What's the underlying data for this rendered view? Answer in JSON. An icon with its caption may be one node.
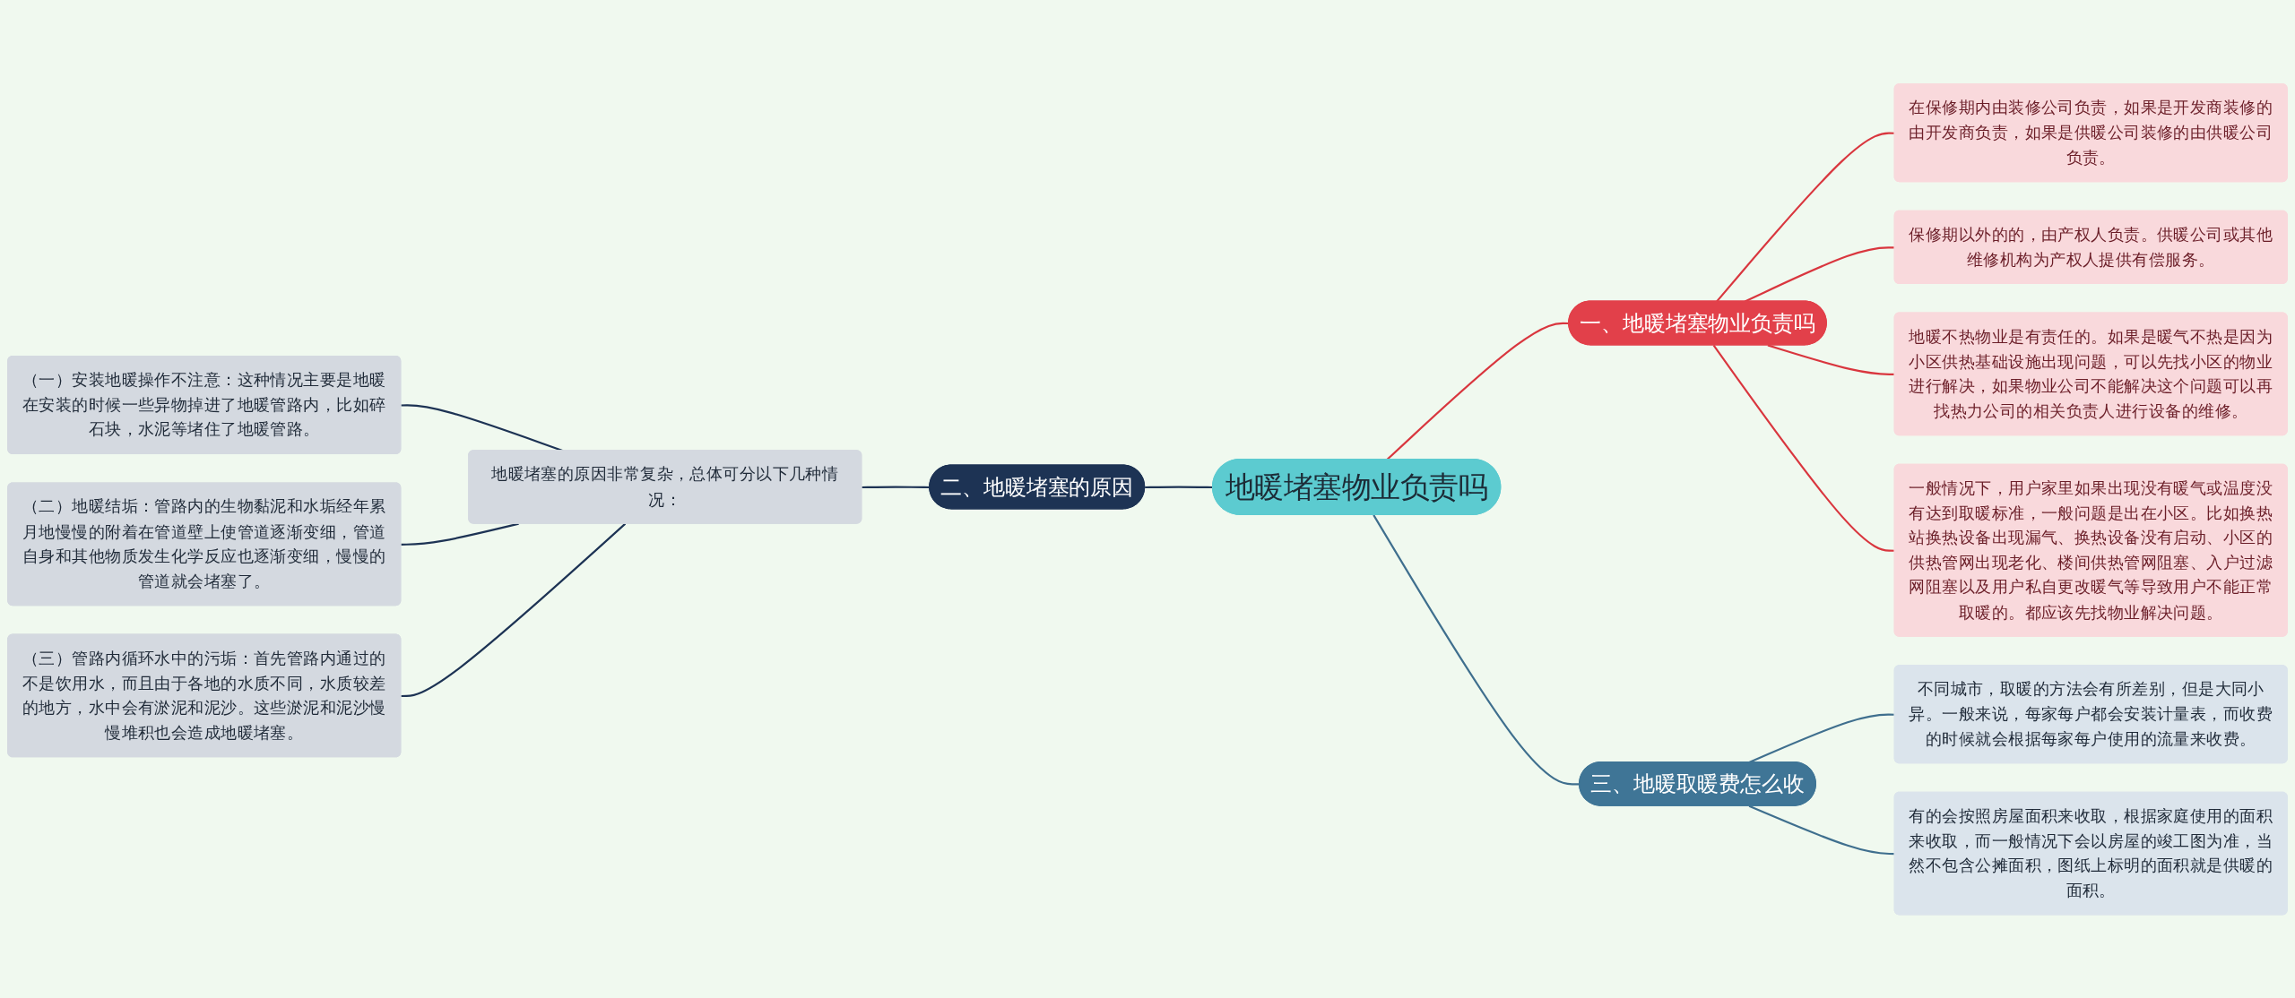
{
  "diagram": {
    "nodes": [
      {
        "text": [
          "地暖堵塞物业负责吗"
        ]
      },
      {
        "text": [
          "一、地暖堵塞物业负责吗"
        ]
      },
      {
        "text": [
          "在保修期内由装修公司负责，如果是开发商装修的由开发商负责，如果是供暖公司装修的由供暖公司负责。"
        ]
      },
      {
        "text": [
          "保修期以外的的，由产权人负责。供暖公司或其他维修机构为产权人提供有偿服务。"
        ]
      },
      {
        "text": [
          "地暖不热物业是有责任的。如果是暖气不热是因为小区供热基础设施出现问题，可以先找小区的物业进行解决，如果物业公司不能解决这个问题可以再找热力公司的相关负责人进行设备的维修。"
        ]
      },
      {
        "text": [
          "一般情况下，用户家里如果出现没有暖气或温度没有达到取暖标准，一般问题是出在小区。比如换热站换热设备出现漏气、换热设备没有启动、小区的供热管网出现老化、楼间供热管网阻塞、入户过滤网阻塞以及用户私自更改暖气等导致用户不能正常取暖的。都应该先找物业解决问题。"
        ]
      },
      {
        "text": [
          "二、地暖堵塞的原因"
        ]
      },
      {
        "text": [
          "地暖堵塞的原因非常复杂，总体可分以下几种情况："
        ]
      },
      {
        "text": [
          "（一）安装地暖操作不注意：这种情况主要是地暖在安装的时候一些异物掉进了地暖管路内，比如碎石块，水泥等堵住了地暖管路。"
        ]
      },
      {
        "text": [
          "（二）地暖结垢：管路内的生物黏泥和水垢经年累月地慢慢的附着在管道壁上使管道逐渐变细，管道自身和其他物质发生化学反应也逐渐变细，慢慢的管道就会堵塞了。"
        ]
      },
      {
        "text": [
          "（三）管路内循环水中的污垢：首先管路内通过的不是饮用水，而且由于各地的水质不同，水质较差的地方，水中会有淤泥和泥沙。这些淤泥和泥沙慢慢堆积也会造成地暖堵塞。"
        ]
      },
      {
        "text": [
          "三、地暖取暖费怎么收"
        ]
      },
      {
        "text": [
          "不同城市，取暖的方法会有所差别，但是大同小异。一般来说，每家每户都会安装计量表，而收费的时候就会根据每家每户使用的流量来收费。"
        ]
      },
      {
        "text": [
          "有的会按照房屋面积来收取，根据家庭使用的面积来收取，而一般情况下会以房屋的竣工图为准，当然不包含公摊面积，图纸上标明的面积就是供暖的面积。"
        ]
      }
    ],
    "edges": [
      {
        "from": 0,
        "to": 1,
        "arrow": "none",
        "color": "#d9363e"
      },
      {
        "from": 1,
        "to": 2,
        "arrow": "none",
        "color": "#d9363e"
      },
      {
        "from": 1,
        "to": 3,
        "arrow": "none",
        "color": "#d9363e"
      },
      {
        "from": 1,
        "to": 4,
        "arrow": "none",
        "color": "#d9363e"
      },
      {
        "from": 1,
        "to": 5,
        "arrow": "none",
        "color": "#d9363e"
      },
      {
        "from": 0,
        "to": 6,
        "arrow": "none",
        "color": "#1d3354"
      },
      {
        "from": 6,
        "to": 7,
        "arrow": "none",
        "color": "#1d3354"
      },
      {
        "from": 7,
        "to": 8,
        "arrow": "none",
        "color": "#1d3354"
      },
      {
        "from": 7,
        "to": 9,
        "arrow": "none",
        "color": "#1d3354"
      },
      {
        "from": 7,
        "to": 10,
        "arrow": "none",
        "color": "#1d3354"
      },
      {
        "from": 0,
        "to": 11,
        "arrow": "none",
        "color": "#3f6f8e"
      },
      {
        "from": 11,
        "to": 12,
        "arrow": "none",
        "color": "#3f6f8e"
      },
      {
        "from": 11,
        "to": 13,
        "arrow": "none",
        "color": "#3f6f8e"
      }
    ]
  }
}
